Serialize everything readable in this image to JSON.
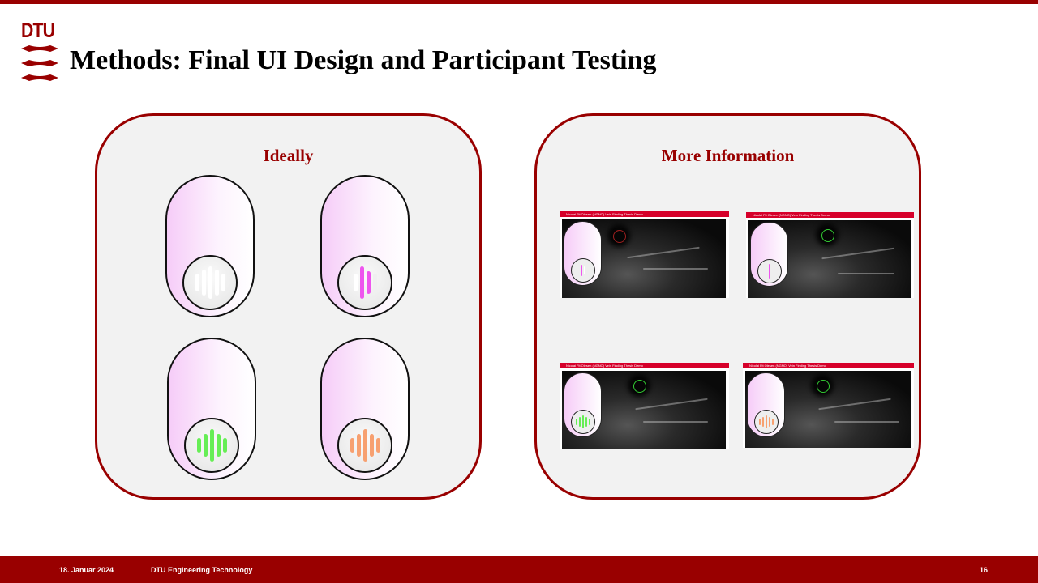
{
  "header": {
    "logo_text": "DTU",
    "title": "Methods: Final UI Design and Participant Testing"
  },
  "left_panel": {
    "title": "Ideally",
    "toggles": [
      {
        "state": "idle",
        "bars_color": "#ffffff"
      },
      {
        "state": "single-bar",
        "bars_color": "#ee55ee"
      },
      {
        "state": "full-green",
        "bars_color": "#66ee55"
      },
      {
        "state": "full-orange",
        "bars_color": "#f7a070"
      }
    ]
  },
  "right_panel": {
    "title": "More Information",
    "window_title": "Nicolai Fit Olesen (NGNO) Vein Finding Thesis Demo",
    "screenshots": [
      {
        "state": "red-target"
      },
      {
        "state": "green-target-single-bar"
      },
      {
        "state": "green-bars"
      },
      {
        "state": "orange-bars"
      }
    ]
  },
  "footer": {
    "date": "18. Januar 2024",
    "department": "DTU Engineering Technology",
    "page": "16"
  },
  "colors": {
    "accent": "#990000",
    "window_bar": "#d6002a"
  }
}
